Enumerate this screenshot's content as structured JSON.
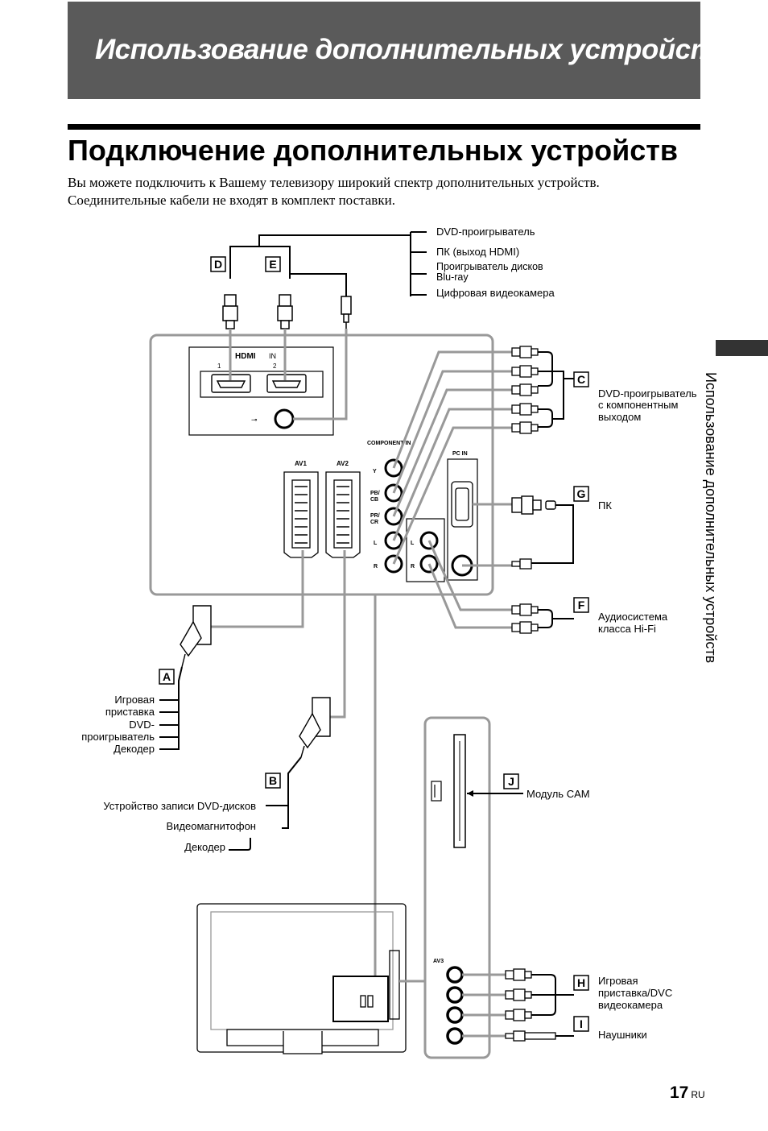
{
  "header": {
    "banner_title": "Использование дополнительных устройств"
  },
  "page": {
    "title": "Подключение дополнительных устройств",
    "intro_line1": "Вы можете подключить к Вашему телевизору широкий спектр дополнительных устройств.",
    "intro_line2": "Соединительные кабели не входят в комплект поставки.",
    "side_tab": "Использование дополнительных устройств",
    "page_number": "17",
    "page_lang": "RU"
  },
  "diagram": {
    "top_devices": [
      "DVD-проигрыватель",
      "ПК (выход HDMI)",
      "Проигрыватель дисков",
      "Blu-ray",
      "Цифровая видеокамера"
    ],
    "letters": {
      "a": "A",
      "b": "B",
      "c": "C",
      "d": "D",
      "e": "E",
      "f": "F",
      "g": "G",
      "h": "H",
      "i": "I",
      "j": "J"
    },
    "panel": {
      "hdmi_logo": "HDMI",
      "hdmi_in": "IN",
      "hdmi_1": "1",
      "hdmi_2": "2",
      "component_in": "COMPONENT IN",
      "y": "Y",
      "pb": "PB/",
      "cb": "CB",
      "pr": "PR/",
      "cr": "CR",
      "l": "L",
      "r": "R",
      "av1": "AV1",
      "av2": "AV2",
      "pc_in": "PC IN",
      "av3": "AV3"
    },
    "c_label": [
      "DVD-проигрыватель",
      "с компонентным",
      "выходом"
    ],
    "g_label": "ПК",
    "f_label": [
      "Аудиосистема",
      "класса Hi-Fi"
    ],
    "a_label": [
      "Игровая",
      "приставка",
      "DVD-",
      "проигрыватель",
      "Декодер"
    ],
    "b_label": [
      "Устройство записи DVD-дисков",
      "Видеомагнитофон",
      "Декодер"
    ],
    "j_label": "Модуль CAM",
    "h_label": [
      "Игровая",
      "приставка/DVC",
      "видеокамера"
    ],
    "i_label": "Наушники"
  }
}
